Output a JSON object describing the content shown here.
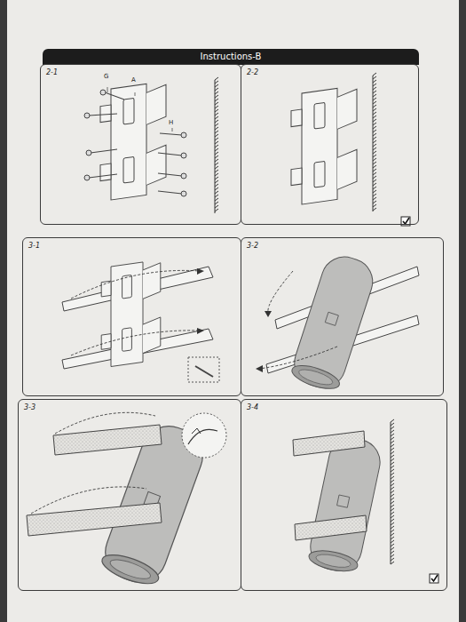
{
  "diagram": {
    "title": "Instructions-B",
    "nodes": [
      {
        "text": [
          "2-1"
        ]
      },
      {
        "text": [
          "2-2"
        ]
      },
      {
        "text": [
          "3-1"
        ]
      },
      {
        "text": [
          "3-2"
        ]
      },
      {
        "text": [
          "3-3"
        ]
      },
      {
        "text": [
          "3-4"
        ]
      }
    ],
    "labels": [
      "G",
      "A",
      "H"
    ]
  }
}
